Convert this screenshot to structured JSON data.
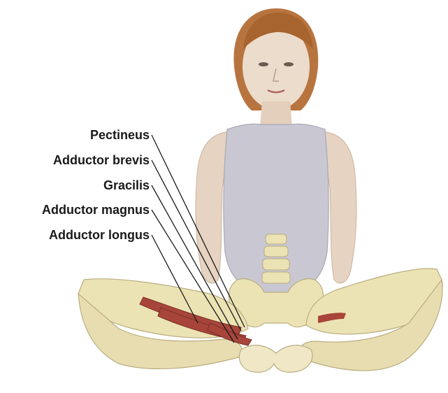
{
  "labels": {
    "pectineus": "Pectineus",
    "adductor_brevis": "Adductor brevis",
    "gracilis": "Gracilis",
    "adductor_magnus": "Adductor magnus",
    "adductor_longus": "Adductor longus"
  },
  "colors": {
    "skin": "#e9d7c4",
    "hair": "#b8743f",
    "leotard": "#c9c7d2",
    "bone": "#ece3b4",
    "muscle": "#a8453a",
    "leader_line": "#1a1a1a"
  }
}
